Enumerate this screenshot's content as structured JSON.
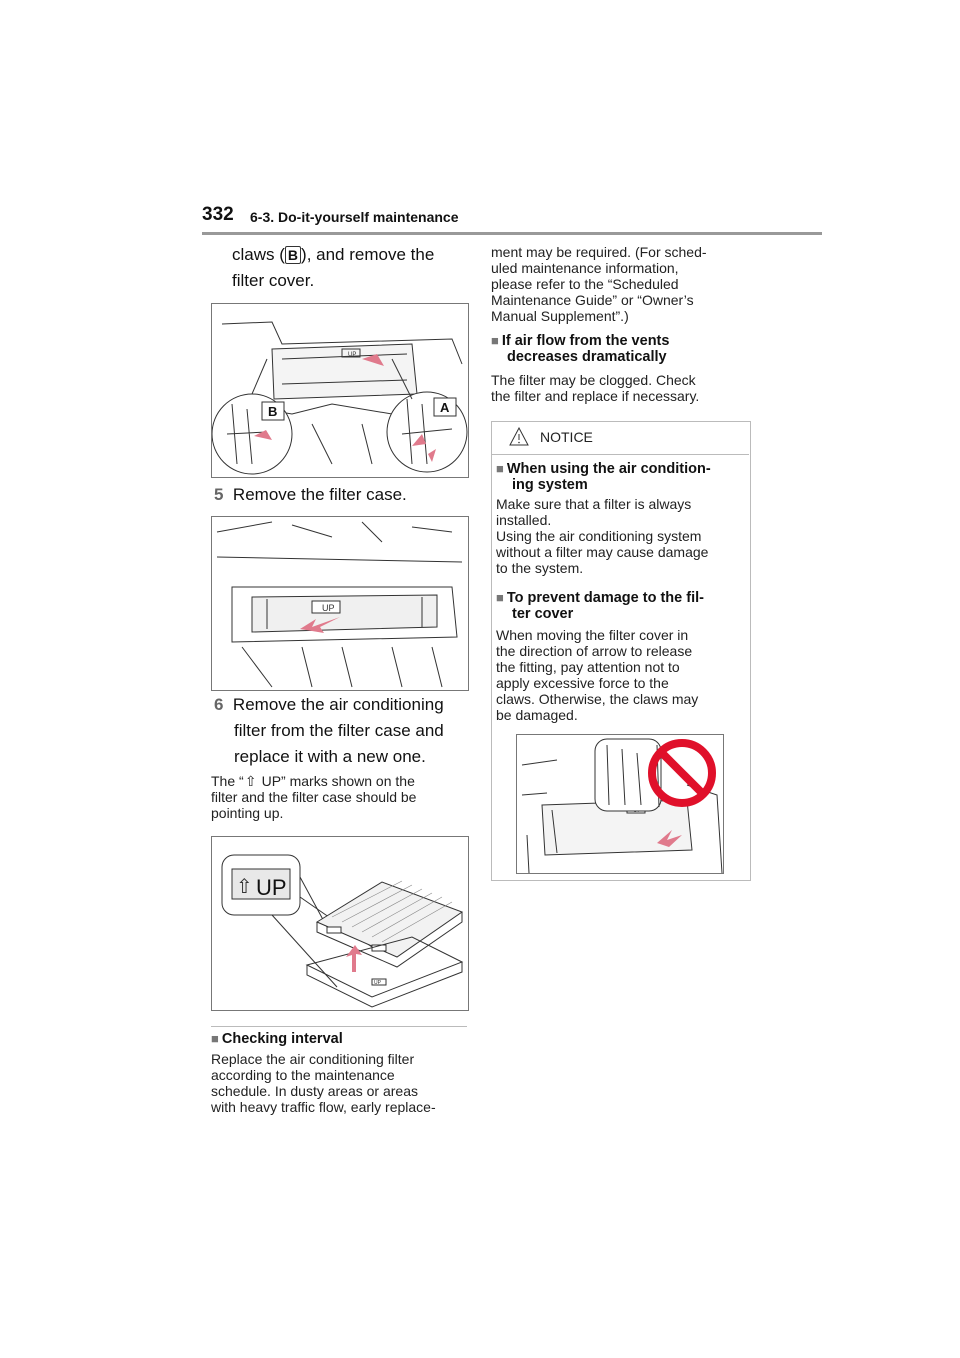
{
  "header": {
    "page_number": "332",
    "section": "6-3. Do-it-yourself maintenance"
  },
  "left": {
    "intro_before_badge": "claws (",
    "intro_badge": "B",
    "intro_after_badge": "), and remove the",
    "intro_line2": "filter cover.",
    "fig1": {
      "label_b": "B",
      "label_a": "A",
      "up_mark": "UP"
    },
    "step5": {
      "number": "5",
      "text": "Remove the filter case."
    },
    "fig2": {
      "up_mark": "UP"
    },
    "step6": {
      "number": "6",
      "line1": "Remove the air conditioning",
      "line2": "filter from the filter case and",
      "line3": "replace it with a new one."
    },
    "up_note": {
      "before": "The “",
      "after": " UP” marks shown on the",
      "line2": "filter and the filter case should be",
      "line3": "pointing up."
    },
    "fig3": {
      "up_label": "UP",
      "up_mark": "UP"
    },
    "checking": {
      "heading": "Checking interval",
      "lines": [
        "Replace the air conditioning filter",
        "according to the maintenance",
        "schedule. In dusty areas or areas",
        "with heavy traffic flow, early replace-"
      ]
    }
  },
  "right": {
    "cont_lines": [
      "ment may be required. (For sched-",
      "uled maintenance information,",
      "please refer to the “Scheduled",
      "Maintenance Guide” or “Owner’s",
      "Manual Supplement”.)"
    ],
    "airflow": {
      "heading_line1": "If air flow from the vents",
      "heading_line2": "decreases dramatically",
      "lines": [
        "The filter may be clogged. Check",
        "the filter and replace if necessary."
      ]
    },
    "notice": {
      "title": "NOTICE",
      "ac": {
        "heading_line1": "When using the air condition-",
        "heading_line2": "ing system",
        "lines": [
          "Make sure that a filter is always",
          "installed.",
          "Using the air conditioning system",
          "without a filter may cause damage",
          "to the system."
        ]
      },
      "damage": {
        "heading_line1": "To prevent damage to the fil-",
        "heading_line2": "ter cover",
        "lines": [
          "When moving the filter cover in",
          "the direction of arrow to release",
          "the fitting, pay attention not to",
          "apply excessive force to the",
          "claws. Otherwise, the claws may",
          "be damaged."
        ]
      },
      "fig": {
        "up_mark": "UP"
      }
    }
  },
  "colors": {
    "arrow": "#e07a8c",
    "prohibit": "#e0102a",
    "rule": "#999999"
  }
}
